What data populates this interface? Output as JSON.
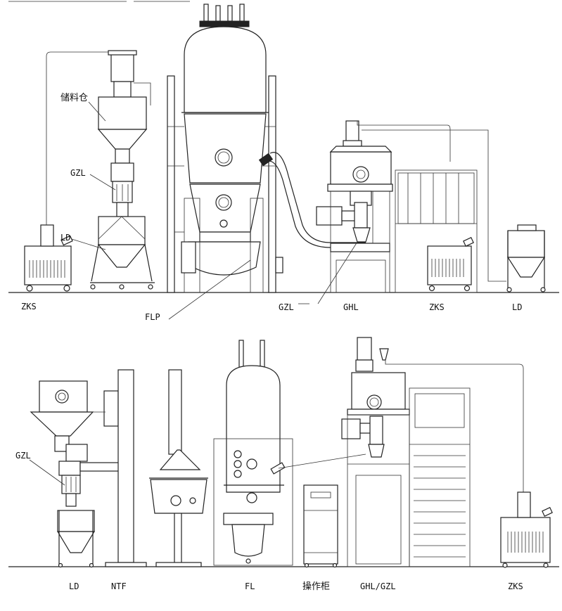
{
  "top_row": {
    "labels": {
      "storage_bin": "储料仓",
      "gzl_left": "GZL",
      "ld_left": "LD",
      "zks_left": "ZKS",
      "flp": "FLP",
      "gzl_mid": "GZL",
      "ghl": "GHL",
      "zks_right": "ZKS",
      "ld_right": "LD"
    }
  },
  "bottom_row": {
    "labels": {
      "gzl": "GZL",
      "ld": "LD",
      "ntf": "NTF",
      "fl": "FL",
      "control_cabinet": "操作柜",
      "ghl_gzl": "GHL/GZL",
      "zks": "ZKS"
    }
  }
}
